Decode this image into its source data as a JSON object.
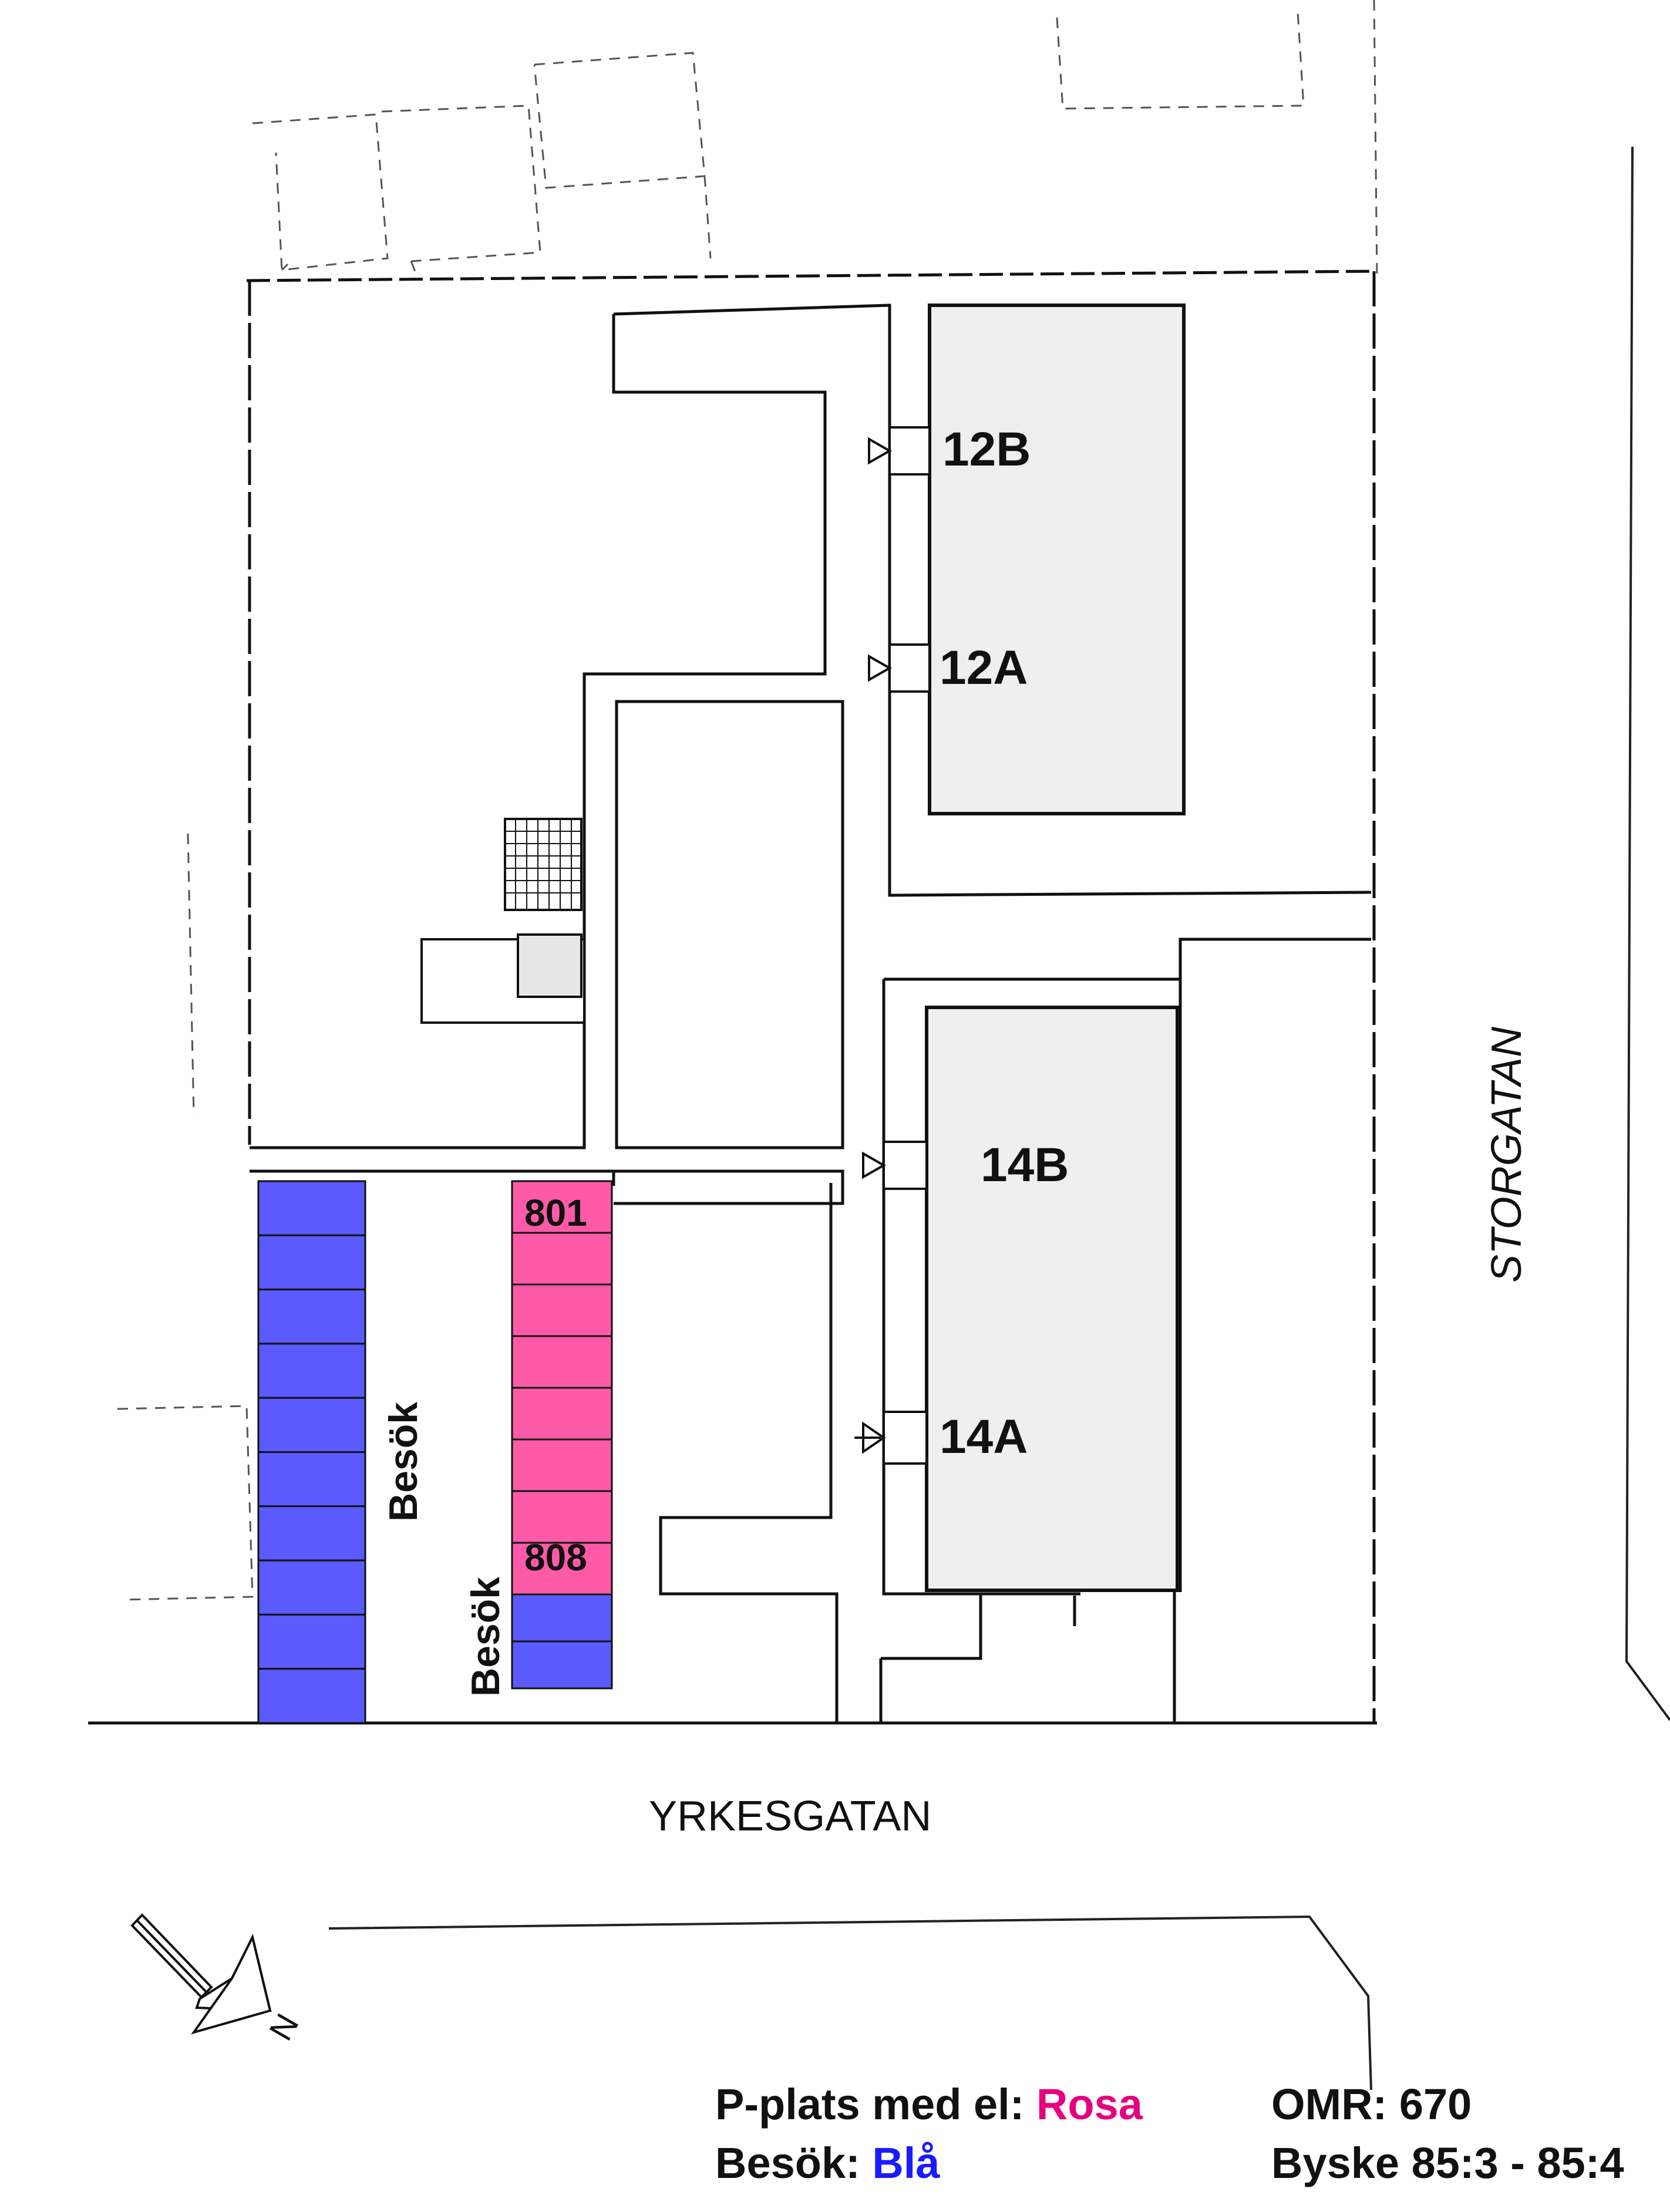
{
  "colors": {
    "electric": "#ff5aa8",
    "visitor": "#5a5aff",
    "building": "#efefef",
    "line": "#111111",
    "legend_rosa": "#e6007e",
    "legend_bla": "#1a1aff"
  },
  "entrances": [
    "12B",
    "12A",
    "14B",
    "14A"
  ],
  "parking": {
    "first_spot": "801",
    "last_spot": "808",
    "visitor_label_left": "Besök",
    "visitor_label_right": "Besök",
    "electric_spot_count": 8,
    "visitor_left_count": 10,
    "visitor_right_count": 2
  },
  "streets": {
    "south": "YRKESGATAN",
    "east": "STORGATAN"
  },
  "compass": {
    "north_label": "N"
  },
  "legend": {
    "electric_prefix": "P-plats med el: ",
    "electric_color_word": "Rosa",
    "visitor_prefix": "Besök: ",
    "visitor_color_word": "Blå",
    "area": "OMR: 670",
    "property": "Byske 85:3 - 85:4"
  }
}
